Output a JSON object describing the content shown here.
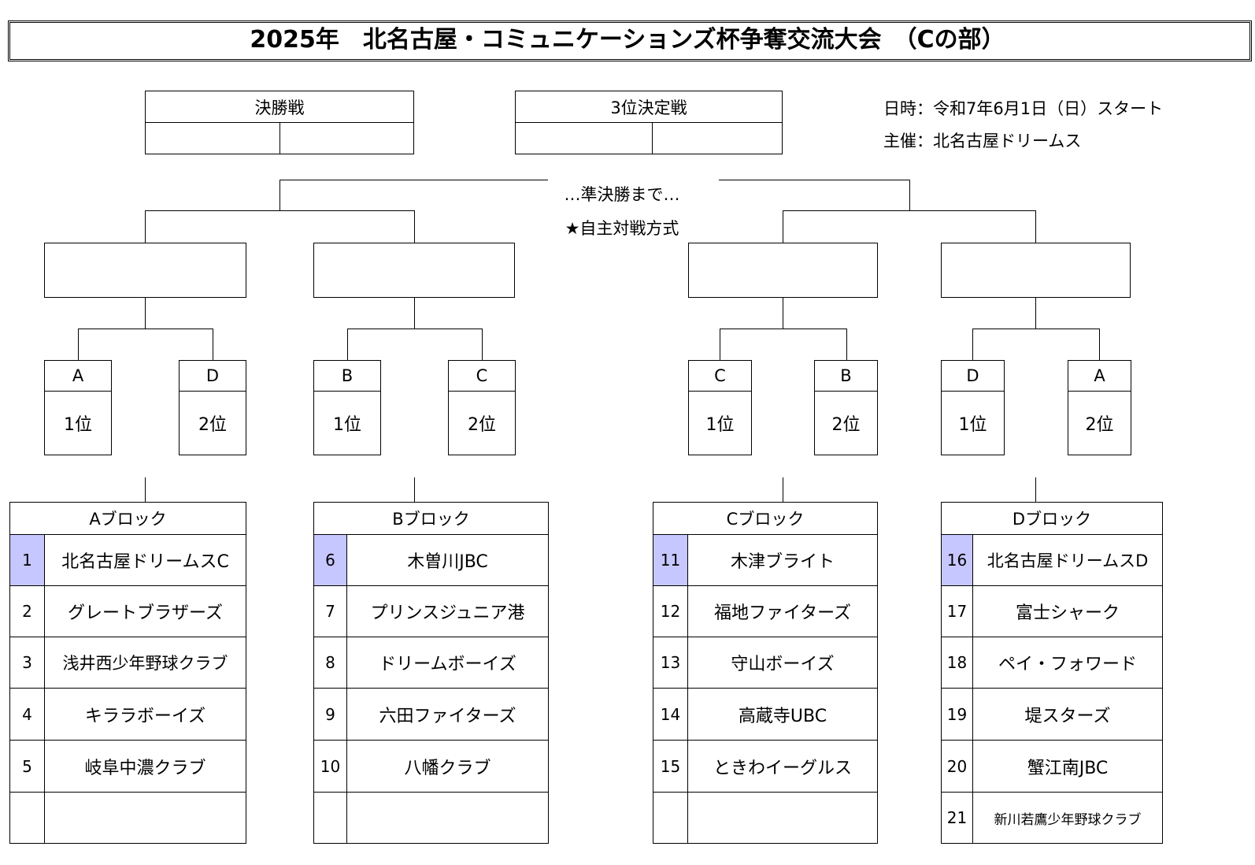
{
  "title": "2025年　北名古屋・コミュニケーションズ杯争奪交流大会　（Cの部）",
  "final": {
    "label": "決勝戦"
  },
  "third_place": {
    "label": "3位決定戦"
  },
  "info": {
    "date": "日時：令和7年6月1日（日）スタート",
    "host": "主催：北名古屋ドリームス"
  },
  "notes": {
    "until_semifinal": "…準決勝まで…",
    "self_run": "★自主対戦方式"
  },
  "seeds": [
    {
      "block": "A",
      "rank": "1位"
    },
    {
      "block": "D",
      "rank": "2位"
    },
    {
      "block": "B",
      "rank": "1位"
    },
    {
      "block": "C",
      "rank": "2位"
    },
    {
      "block": "C",
      "rank": "1位"
    },
    {
      "block": "B",
      "rank": "2位"
    },
    {
      "block": "D",
      "rank": "1位"
    },
    {
      "block": "A",
      "rank": "2位"
    }
  ],
  "blocks": [
    {
      "title": "Aブロック",
      "teams": [
        {
          "no": "1",
          "name": "北名古屋ドリームスC"
        },
        {
          "no": "2",
          "name": "グレートブラザーズ"
        },
        {
          "no": "3",
          "name": "浅井西少年野球クラブ"
        },
        {
          "no": "4",
          "name": "キララボーイズ"
        },
        {
          "no": "5",
          "name": "岐阜中濃クラブ"
        },
        {
          "no": "",
          "name": ""
        }
      ]
    },
    {
      "title": "Bブロック",
      "teams": [
        {
          "no": "6",
          "name": "木曽川JBC"
        },
        {
          "no": "7",
          "name": "プリンスジュニア港"
        },
        {
          "no": "8",
          "name": "ドリームボーイズ"
        },
        {
          "no": "9",
          "name": "六田ファイターズ"
        },
        {
          "no": "10",
          "name": "八幡クラブ"
        },
        {
          "no": "",
          "name": ""
        }
      ]
    },
    {
      "title": "Cブロック",
      "teams": [
        {
          "no": "11",
          "name": "木津ブライト"
        },
        {
          "no": "12",
          "name": "福地ファイターズ"
        },
        {
          "no": "13",
          "name": "守山ボーイズ"
        },
        {
          "no": "14",
          "name": "高蔵寺UBC"
        },
        {
          "no": "15",
          "name": "ときわイーグルス"
        },
        {
          "no": "",
          "name": ""
        }
      ]
    },
    {
      "title": "Dブロック",
      "teams": [
        {
          "no": "16",
          "name": "北名古屋ドリームスD"
        },
        {
          "no": "17",
          "name": "富士シャーク"
        },
        {
          "no": "18",
          "name": "ペイ・フォワード"
        },
        {
          "no": "19",
          "name": "堤スターズ"
        },
        {
          "no": "20",
          "name": "蟹江南JBC"
        },
        {
          "no": "21",
          "name": "新川若鷹少年野球クラブ"
        }
      ]
    }
  ],
  "colors": {
    "seed_highlight": "#c7c7ff",
    "line": "#000000"
  }
}
